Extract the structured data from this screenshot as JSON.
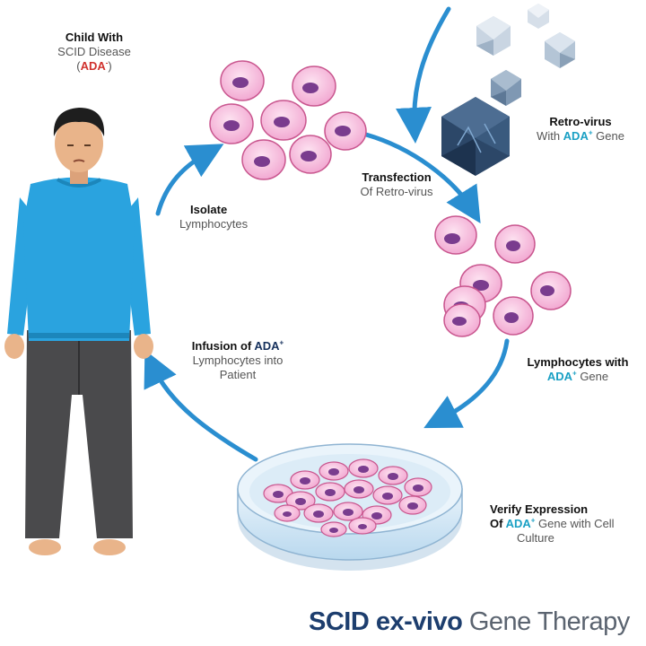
{
  "labels": {
    "child": {
      "title": "Child With",
      "line2": "SCID Disease",
      "open": "(",
      "ada": "ADA",
      "sup": "-",
      "close": ")"
    },
    "isolate": {
      "title": "Isolate",
      "line2": "Lymphocytes"
    },
    "transfection": {
      "title": "Transfection",
      "line2": "Of Retro-virus"
    },
    "retrovirus": {
      "title": "Retro-virus",
      "pre": "With ",
      "ada": "ADA",
      "sup": "+",
      "post": " Gene"
    },
    "lymph_with": {
      "title": "Lymphocytes with",
      "ada": "ADA",
      "sup": "+",
      "post": " Gene"
    },
    "infusion": {
      "title_pre": "Infusion of ",
      "ada": "ADA",
      "sup": "+",
      "line2": "Lymphocytes into",
      "line3": "Patient"
    },
    "verify": {
      "title": "Verify Expression",
      "pre": "Of ",
      "ada": "ADA",
      "sup": "+",
      "post": " Gene with Cell",
      "line3": "Culture"
    }
  },
  "title": {
    "part1": "SCID ex-vivo",
    "part2": " Gene Therapy"
  },
  "colors": {
    "navy": "#1d3e6e",
    "ada_red": "#d0312d",
    "ada_teal": "#1aa0c4",
    "arrow": "#2a8ed0",
    "cell": "#f5b9dc",
    "nucleus": "#7a3c8e",
    "shirt": "#2aa3df",
    "pants": "#4a4a4c"
  },
  "icons": [
    "virus-icon",
    "cell-icon",
    "arrow-icon",
    "petri-dish-icon",
    "child-figure-icon"
  ]
}
